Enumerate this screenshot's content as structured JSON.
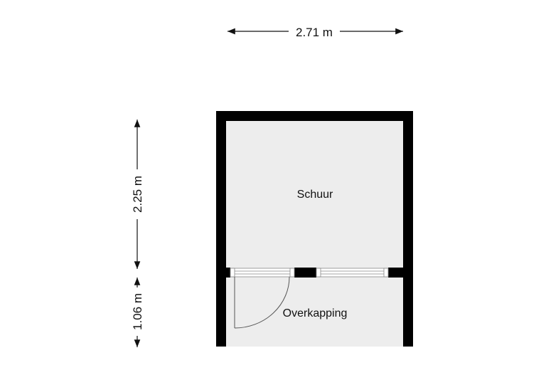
{
  "floorplan": {
    "dimensions": {
      "width_label": "2.71 m",
      "height_schuur_label": "2.25 m",
      "height_overkapping_label": "1.06 m"
    },
    "rooms": [
      {
        "name": "Schuur"
      },
      {
        "name": "Overkapping"
      }
    ],
    "colors": {
      "wall": "#000000",
      "floor": "#ededed",
      "background": "#ffffff",
      "dimension_line": "#111111",
      "window_frame": "#808080"
    }
  }
}
